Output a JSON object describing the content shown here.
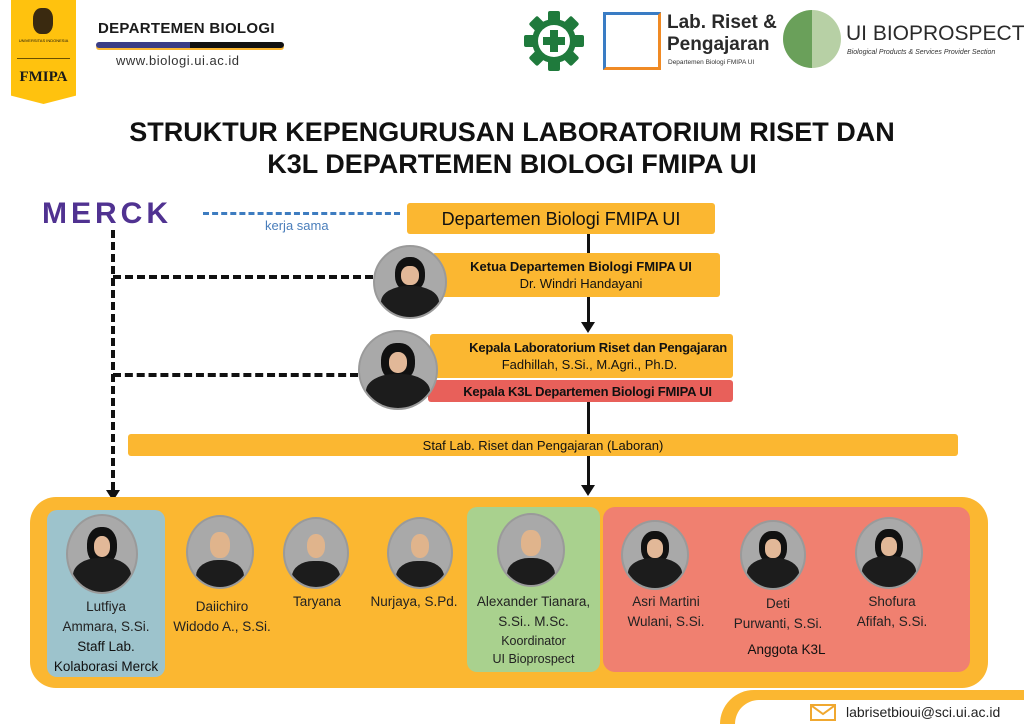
{
  "header": {
    "fmipa_logo": "FMIPA",
    "fmipa_logo_small": "UNIVERSITAS INDONESIA",
    "dept_name": "DEPARTEMEN BIOLOGI",
    "dept_url": "www.biologi.ui.ac.id",
    "lab_logo_line1": "Lab. Riset &",
    "lab_logo_line2": "Pengajaran",
    "lab_logo_sub": "Departemen Biologi FMIPA UI",
    "bioprospect_title": "UI BIOPROSPECT",
    "bioprospect_sub": "Biological Products & Services Provider Section"
  },
  "title": {
    "line1": "STRUKTUR KEPENGURUSAN LABORATORIUM RISET DAN",
    "line2": "K3L DEPARTEMEN BIOLOGI FMIPA UI"
  },
  "partner": {
    "logo": "MERCK",
    "relation": "kerja sama"
  },
  "hierarchy": {
    "department": "Departemen Biologi FMIPA UI",
    "head_title": "Ketua Departemen Biologi FMIPA UI",
    "head_name": "Dr. Windri Handayani",
    "lab_head_title": "Kepala Laboratorium Riset dan Pengajaran",
    "lab_head_name": "Fadhillah, S.Si., M.Agri., Ph.D.",
    "k3l_head_title": "Kepala K3L Departemen Biologi FMIPA UI",
    "staff_bar": "Staf Lab. Riset dan Pengajaran (Laboran)"
  },
  "staff": [
    {
      "name1": "Lutfiya",
      "name2": "Ammara, S.Si.",
      "role1": "Staff Lab.",
      "role2": "Kolaborasi Merck"
    },
    {
      "name1": "Daiichiro",
      "name2": "Widodo A., S.Si."
    },
    {
      "name1": "Taryana"
    },
    {
      "name1": "Nurjaya, S.Pd."
    },
    {
      "name1": "Alexander Tianara,",
      "name2": "S.Si.. M.Sc.",
      "role1": "Koordinator",
      "role2": "UI Bioprospect"
    },
    {
      "name1": "Asri Martini",
      "name2": "Wulani, S.Si."
    },
    {
      "name1": "Deti",
      "name2": "Purwanti, S.Si."
    },
    {
      "name1": "Shofura",
      "name2": "Afifah, S.Si."
    }
  ],
  "k3l_group_label": "Anggota K3L",
  "footer": {
    "email": "labrisetbioui@sci.ui.ac.id"
  },
  "colors": {
    "orange": "#FBB731",
    "merck": "#503291",
    "blue_card": "#9DC3CC",
    "green_card": "#A9D18E",
    "red_card": "#F08070",
    "k3l_red": "#E8605A"
  }
}
